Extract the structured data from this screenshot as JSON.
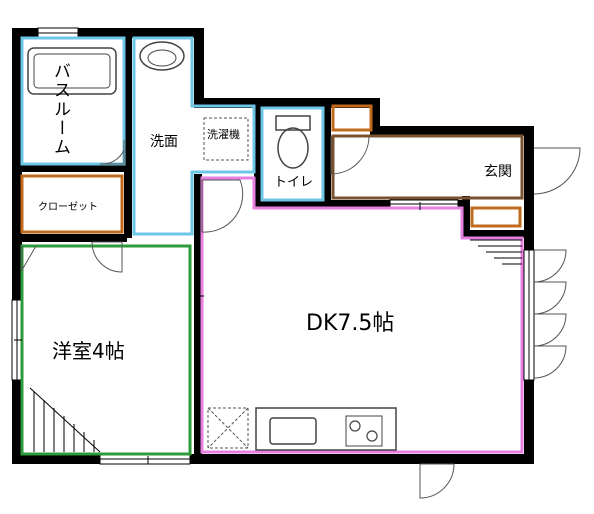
{
  "rooms": {
    "bathroom": "バスルーム",
    "washroom": "洗面",
    "washing_machine": "洗濯機",
    "toilet": "トイレ",
    "closet": "クローゼット",
    "western_room": "洋室4帖",
    "dining_kitchen": "DK7.5帖",
    "entrance": "玄関"
  },
  "colors": {
    "wall": "#000000",
    "bath_zone": "#6ec6e6",
    "storage": "#c06a1e",
    "western_room": "#2e9a3a",
    "dk": "#e77fe0",
    "entrance": "#7a5230",
    "fixture": "#555555"
  }
}
